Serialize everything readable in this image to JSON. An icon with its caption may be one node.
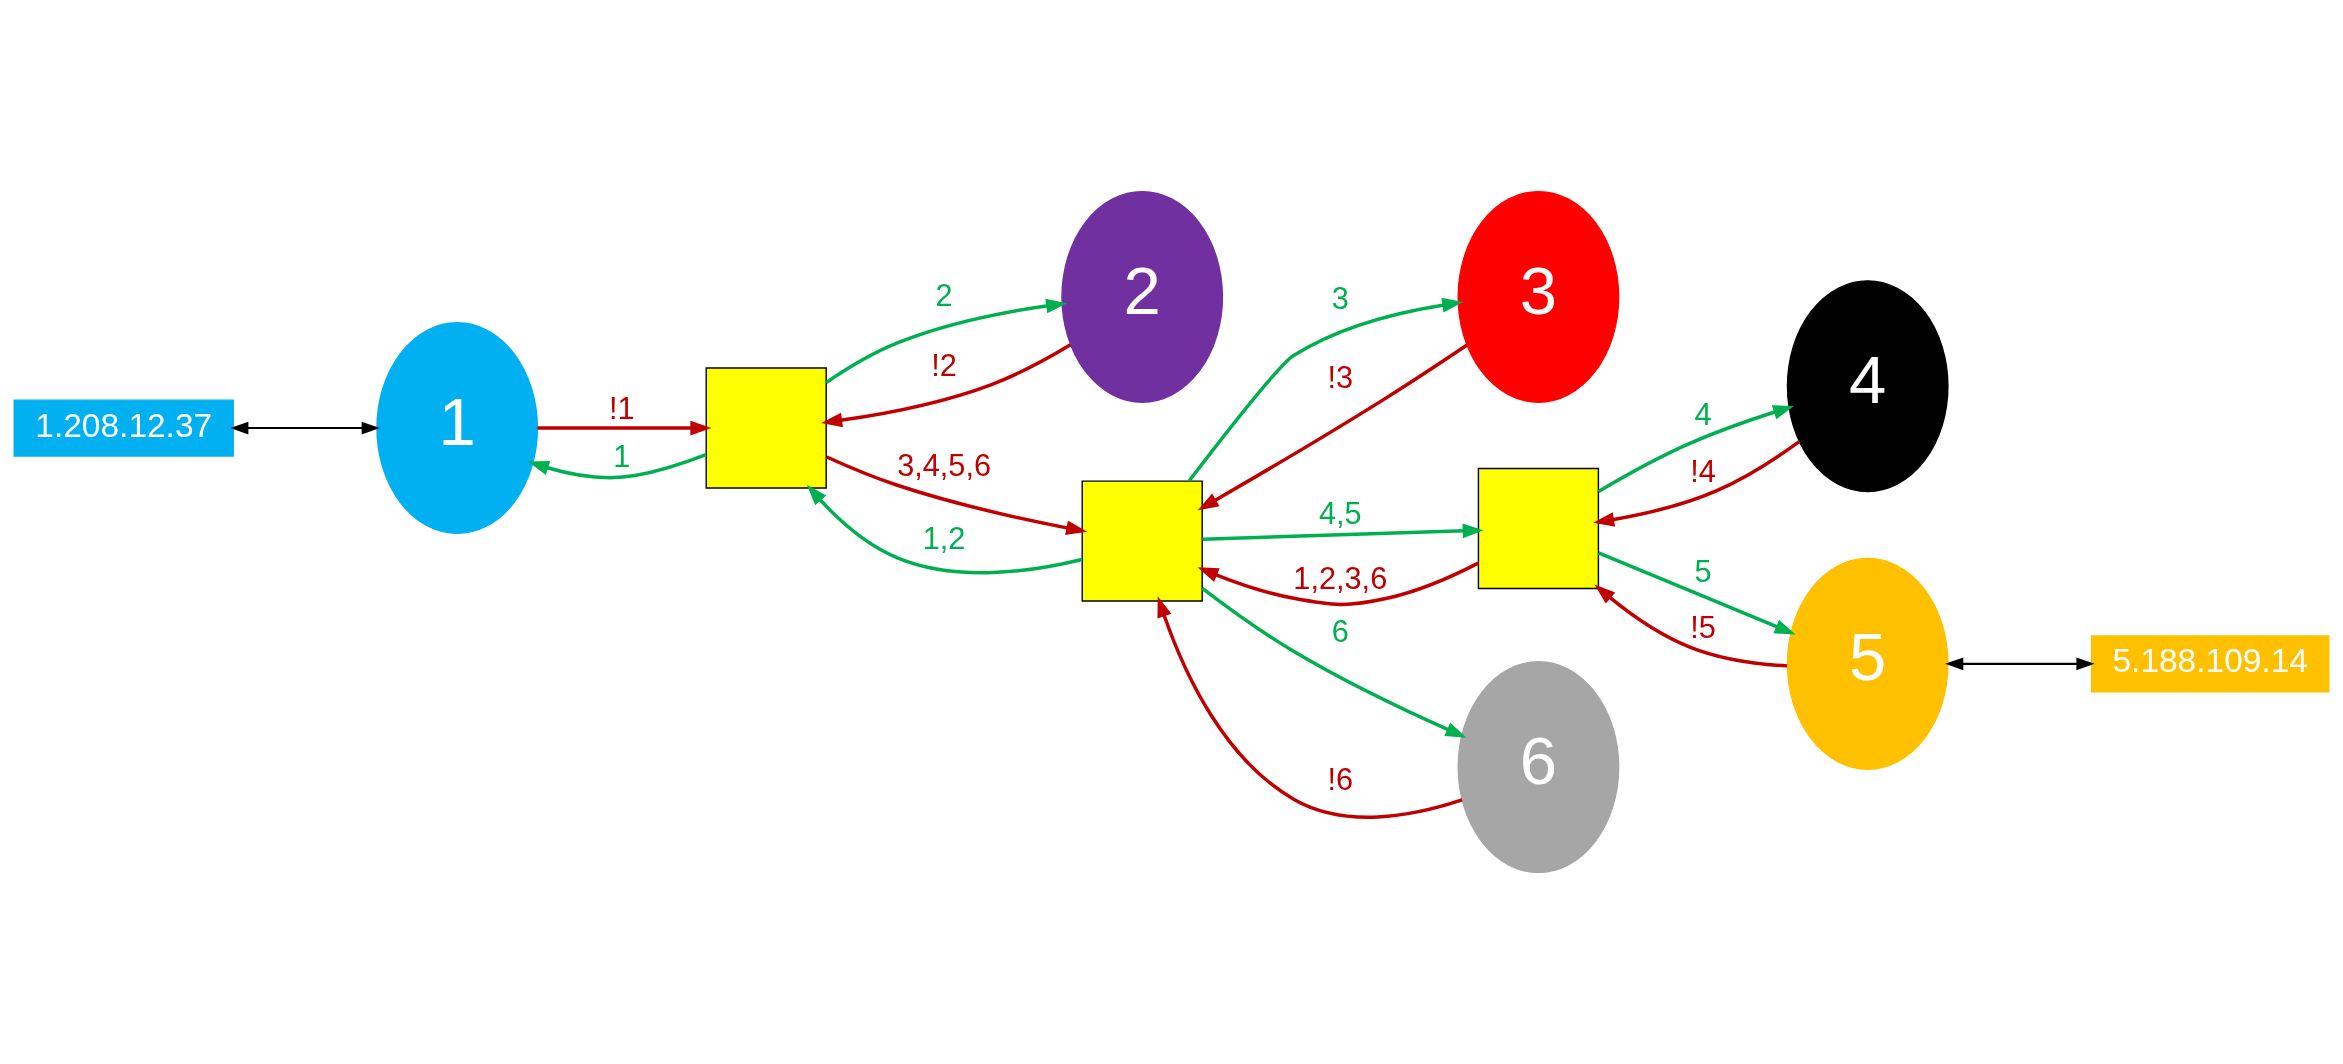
{
  "diagram": {
    "nodes": [
      {
        "text": [
          "1.208.12.37"
        ]
      },
      {
        "text": [
          "1"
        ]
      },
      {
        "text": [],
        "shape": "box"
      },
      {
        "text": [
          "2"
        ]
      },
      {
        "text": [],
        "shape": "box"
      },
      {
        "text": [
          "3"
        ]
      },
      {
        "text": [],
        "shape": "box"
      },
      {
        "text": [
          "4"
        ]
      },
      {
        "text": [
          "5"
        ]
      },
      {
        "text": [
          "5.188.109.14"
        ]
      },
      {
        "text": [
          "6"
        ]
      }
    ],
    "edges": [
      {
        "from": 0,
        "to": 1,
        "arrow": "both",
        "color": "#000000"
      },
      {
        "from": 1,
        "to": 2,
        "arrow": "to",
        "label": "!1",
        "color": "#c00000"
      },
      {
        "from": 2,
        "to": 1,
        "arrow": "to",
        "label": "1",
        "color": "#00b050"
      },
      {
        "from": 3,
        "to": 2,
        "arrow": "to",
        "label": "!2",
        "color": "#c00000"
      },
      {
        "from": 2,
        "to": 3,
        "arrow": "to",
        "label": "2",
        "color": "#00b050"
      },
      {
        "from": 2,
        "to": 4,
        "arrow": "to",
        "label": "3,4,5,6",
        "color": "#c00000"
      },
      {
        "from": 4,
        "to": 2,
        "arrow": "to",
        "label": "1,2",
        "color": "#00b050"
      },
      {
        "from": 5,
        "to": 4,
        "arrow": "to",
        "label": "!3",
        "color": "#c00000"
      },
      {
        "from": 4,
        "to": 5,
        "arrow": "to",
        "label": "3",
        "color": "#00b050"
      },
      {
        "from": 6,
        "to": 4,
        "arrow": "to",
        "label": "1,2,3,6",
        "color": "#c00000"
      },
      {
        "from": 4,
        "to": 6,
        "arrow": "to",
        "label": "4,5",
        "color": "#00b050"
      },
      {
        "from": 6,
        "to": 7,
        "arrow": "to",
        "label": "4",
        "color": "#00b050"
      },
      {
        "from": 7,
        "to": 6,
        "arrow": "to",
        "label": "!4",
        "color": "#c00000"
      },
      {
        "from": 6,
        "to": 8,
        "arrow": "to",
        "label": "5",
        "color": "#00b050"
      },
      {
        "from": 8,
        "to": 6,
        "arrow": "to",
        "label": "!5",
        "color": "#c00000"
      },
      {
        "from": 8,
        "to": 9,
        "arrow": "both",
        "color": "#000000"
      },
      {
        "from": 10,
        "to": 4,
        "arrow": "to",
        "label": "!6",
        "color": "#c00000"
      },
      {
        "from": 4,
        "to": 10,
        "arrow": "to",
        "label": "6",
        "color": "#00b050"
      }
    ]
  }
}
